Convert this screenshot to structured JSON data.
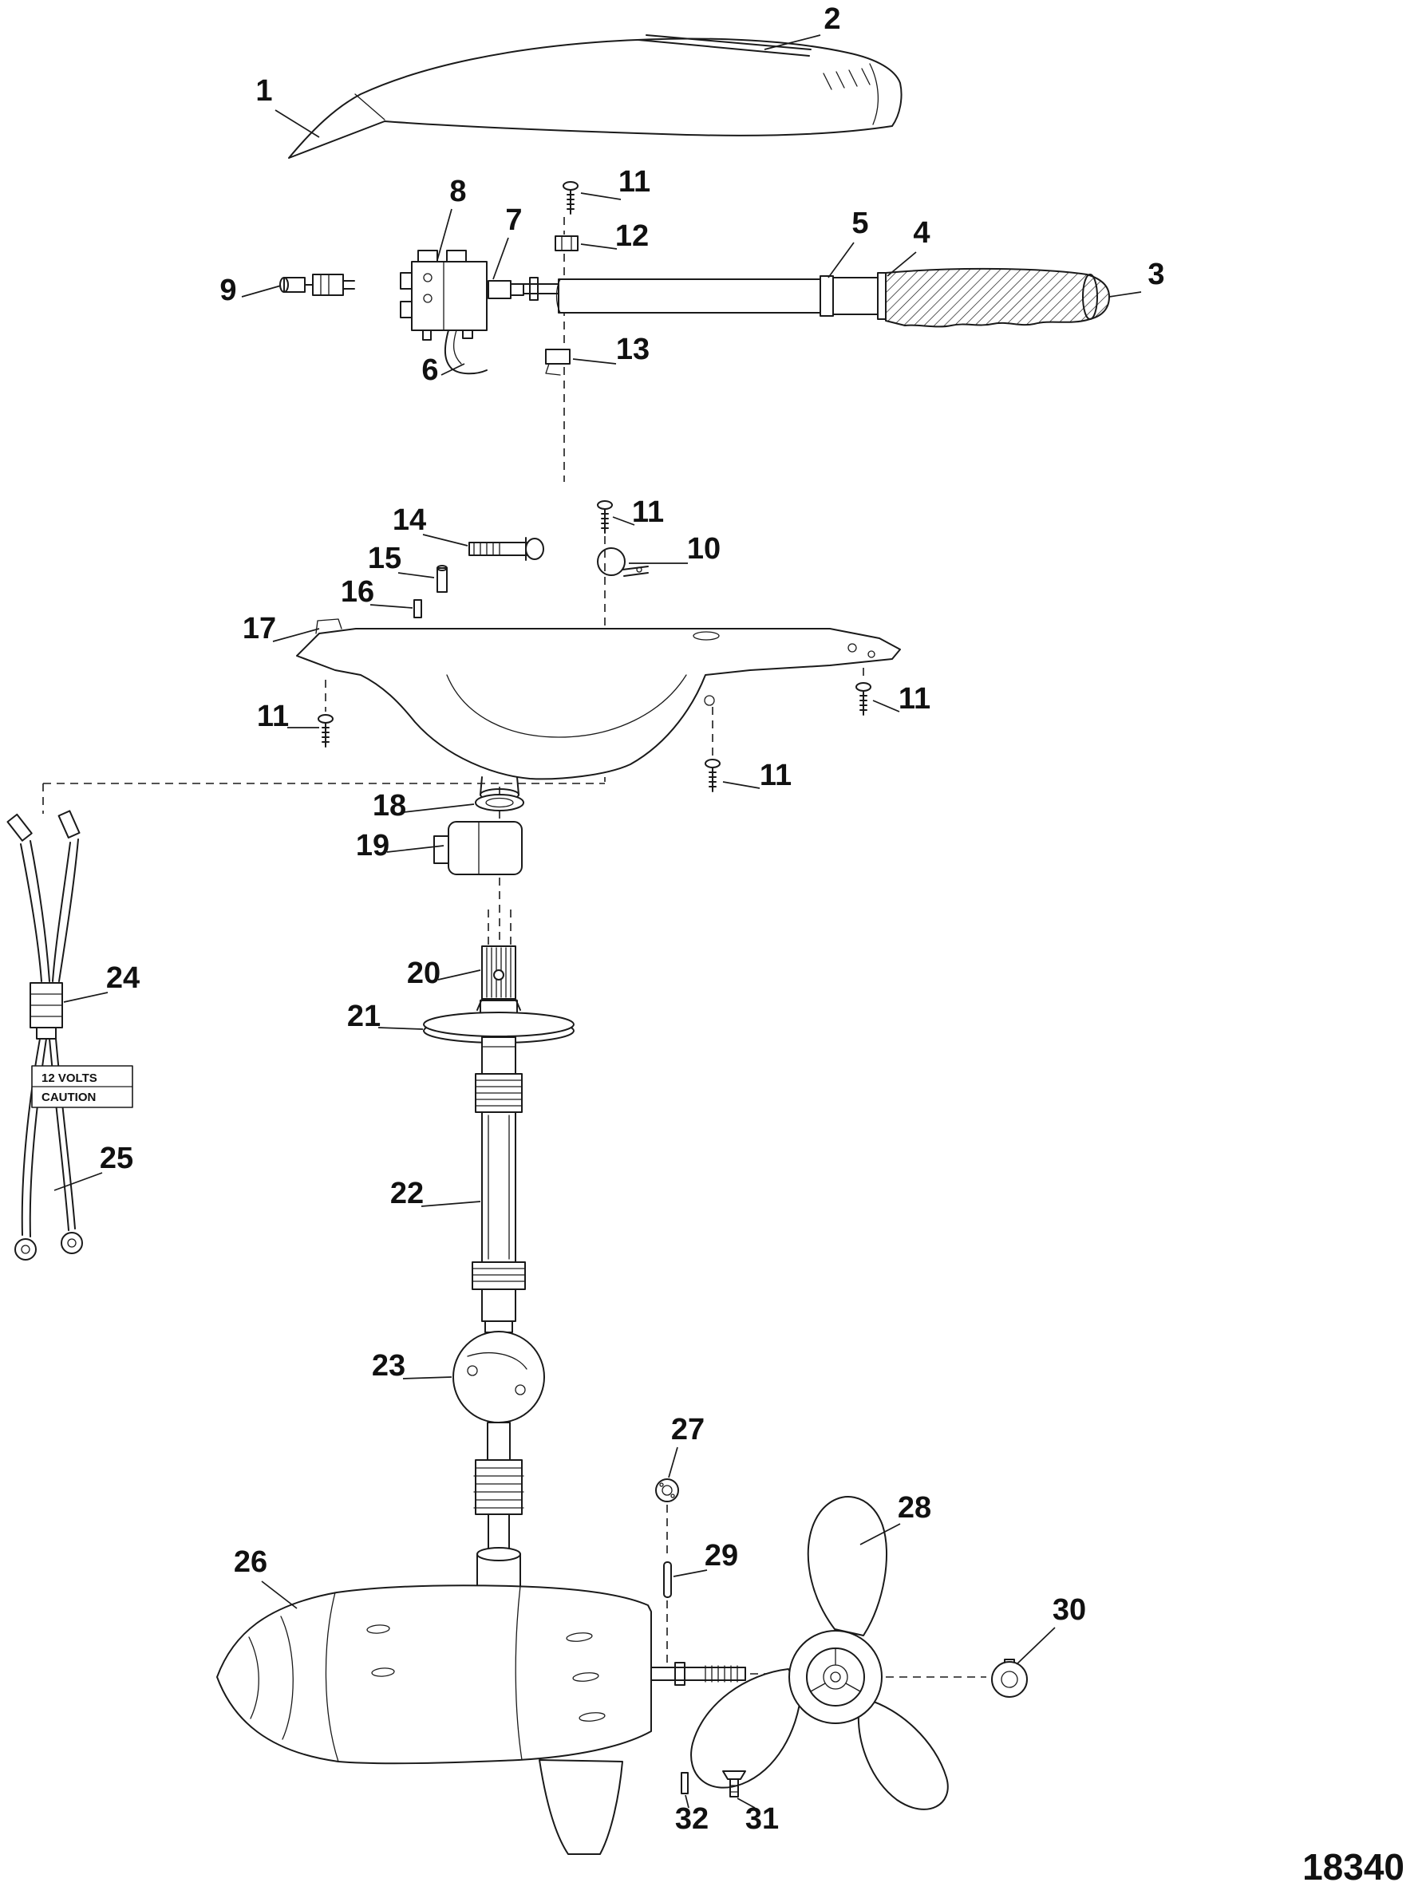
{
  "figure": {
    "drawing_number": "18340",
    "voltage_label": {
      "line1": "12 VOLTS",
      "line2": "CAUTION"
    },
    "colors": {
      "line": "#1a1a1a",
      "background": "#ffffff"
    },
    "callouts": [
      {
        "label": "2"
      },
      {
        "label": "1"
      },
      {
        "label": "11"
      },
      {
        "label": "8"
      },
      {
        "label": "7"
      },
      {
        "label": "12"
      },
      {
        "label": "5"
      },
      {
        "label": "4"
      },
      {
        "label": "3"
      },
      {
        "label": "9"
      },
      {
        "label": "6"
      },
      {
        "label": "13"
      },
      {
        "label": "14"
      },
      {
        "label": "11"
      },
      {
        "label": "10"
      },
      {
        "label": "15"
      },
      {
        "label": "16"
      },
      {
        "label": "17"
      },
      {
        "label": "11"
      },
      {
        "label": "11"
      },
      {
        "label": "11"
      },
      {
        "label": "18"
      },
      {
        "label": "19"
      },
      {
        "label": "24"
      },
      {
        "label": "20"
      },
      {
        "label": "21"
      },
      {
        "label": "25"
      },
      {
        "label": "22"
      },
      {
        "label": "23"
      },
      {
        "label": "27"
      },
      {
        "label": "28"
      },
      {
        "label": "29"
      },
      {
        "label": "26"
      },
      {
        "label": "30"
      },
      {
        "label": "32"
      },
      {
        "label": "31"
      }
    ]
  }
}
